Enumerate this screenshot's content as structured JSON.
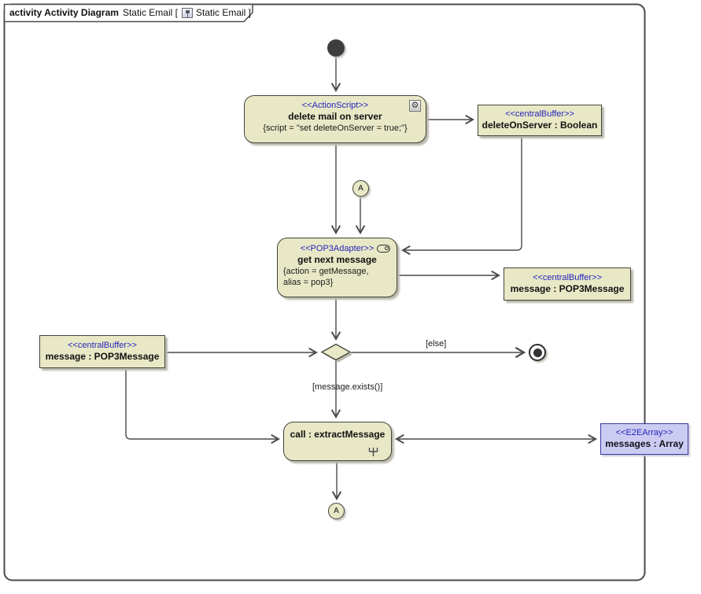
{
  "header": {
    "keyword_and_type": "activity Activity Diagram",
    "diagram_name": "Static Email [",
    "diagram_ref": "Static Email ]",
    "icon": "diagram-icon"
  },
  "nodes": {
    "delete_action": {
      "stereotype": "<<ActionScript>>",
      "title": "delete mail on server",
      "script": "{script = \"set deleteOnServer = true;\"}",
      "icon": "gear-icon"
    },
    "delete_buffer": {
      "stereotype": "<<centralBuffer>>",
      "title": "deleteOnServer : Boolean"
    },
    "connector_top": {
      "label": "A"
    },
    "get_action": {
      "stereotype": "<<POP3Adapter>>",
      "title": "get next message",
      "script_line1": "{action = getMessage,",
      "script_line2": "alias = pop3}",
      "icon": "adapter-icon"
    },
    "message_buffer_right": {
      "stereotype": "<<centralBuffer>>",
      "title": "message : POP3Message"
    },
    "message_buffer_left": {
      "stereotype": "<<centralBuffer>>",
      "title": "message : POP3Message"
    },
    "call_action": {
      "title": "call : extractMessage",
      "icon": "rake-icon"
    },
    "messages_array": {
      "stereotype": "<<E2EArray>>",
      "title": "messages : Array"
    },
    "connector_bottom": {
      "label": "A"
    }
  },
  "edges": {
    "else_guard": "[else]",
    "exists_guard": "[message.exists()]"
  },
  "colors": {
    "node_fill": "#e8e8c6",
    "node_border": "#43433a",
    "stereotype_text": "#2424bd",
    "array_fill": "#ccccf2",
    "array_border": "#3a3aa6",
    "edge": "#4a4a4a",
    "shadow": "#b9b9ae",
    "initial_final": "#3d3d3d"
  }
}
